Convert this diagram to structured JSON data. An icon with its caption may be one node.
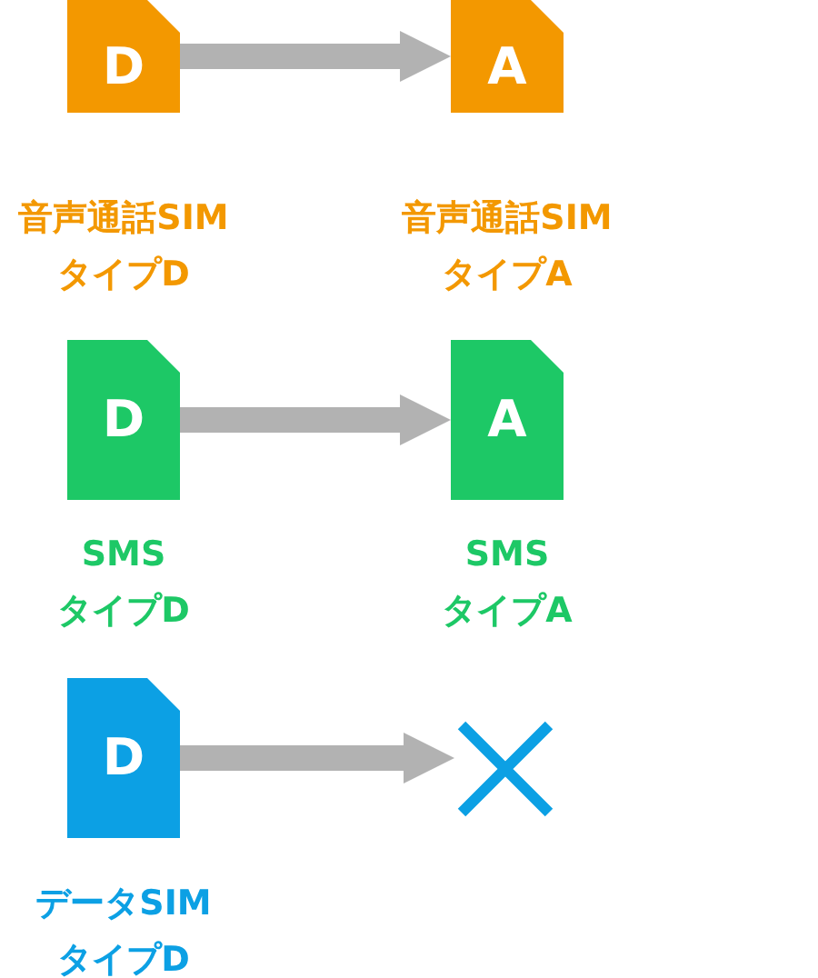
{
  "diagram": {
    "nodes": [
      {
        "text": [
          "D"
        ],
        "beside": [
          "音声通話SIM",
          "タイプD"
        ]
      },
      {
        "text": [
          "A"
        ],
        "beside": [
          "音声通話SIM",
          "タイプA"
        ]
      },
      {
        "text": [
          "D"
        ],
        "beside": [
          "SMS",
          "タイプD"
        ]
      },
      {
        "text": [
          "A"
        ],
        "beside": [
          "SMS",
          "タイプA"
        ]
      },
      {
        "text": [
          "D"
        ],
        "beside": [
          "データSIM",
          "タイプD"
        ]
      },
      {
        "text": [],
        "shape": "cross"
      }
    ],
    "edges": [
      {
        "from": 0,
        "to": 1,
        "arrow": "to"
      },
      {
        "from": 2,
        "to": 3,
        "arrow": "to"
      },
      {
        "from": 4,
        "to": 5,
        "arrow": "to"
      }
    ]
  }
}
